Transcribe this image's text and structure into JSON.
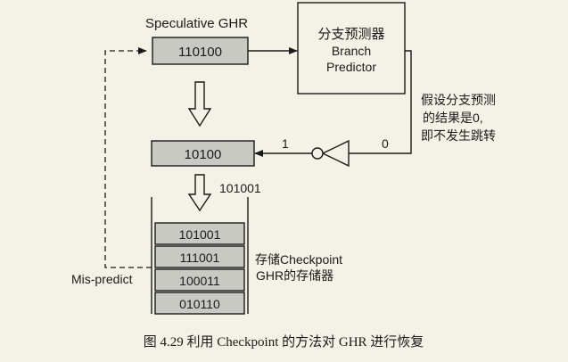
{
  "diagram": {
    "speculative_label": "Speculative GHR",
    "speculative_value": "110100",
    "predictor_label_cn": "分支预测器",
    "predictor_label_en_1": "Branch",
    "predictor_label_en_2": "Predictor",
    "assumption_line_1": "假设分支预测",
    "assumption_line_2": "的结果是0,",
    "assumption_line_3": "即不发生跳转",
    "inverter_input": "0",
    "inverter_output": "1",
    "ghr_value": "10100",
    "pushed_value": "101001",
    "stack_items": [
      "101001",
      "111001",
      "100011",
      "010110"
    ],
    "stack_label_line_1": "存储Checkpoint",
    "stack_label_line_2": "GHR的存储器",
    "mispredict_label": "Mis-predict",
    "caption": "图 4.29   利用 Checkpoint 的方法对 GHR 进行恢复"
  },
  "colors": {
    "box_fill": "#c9c9c3",
    "background": "#f4f1e6",
    "stroke": "#1a1a1a"
  }
}
